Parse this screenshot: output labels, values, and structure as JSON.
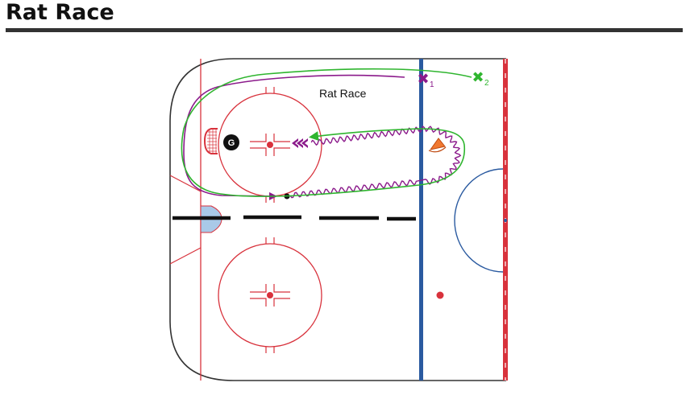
{
  "page": {
    "heading": "Rat Race"
  },
  "diagram": {
    "title": "Rat Race",
    "goalie_label": "G",
    "player1": {
      "mark": "✖",
      "number": "1",
      "color": "#8b1a8b"
    },
    "player2": {
      "mark": "✖",
      "number": "2",
      "color": "#2fb52f"
    }
  },
  "colors": {
    "rink_line": "#d8323c",
    "blue_line": "#2a5aa0",
    "board": "#333333",
    "skater_purple": "#8b1a8b",
    "skater_green": "#2fb52f",
    "cone": "#f07830"
  }
}
